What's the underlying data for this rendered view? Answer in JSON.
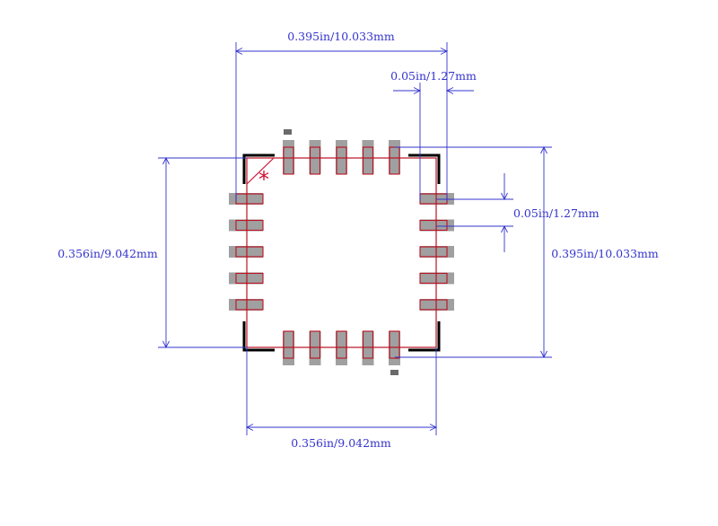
{
  "colors": {
    "dimension": "#3333cc",
    "outline": "#bb1122",
    "pad": "#a0a0a0",
    "pad_dark": "#6a6a6a",
    "silkscreen": "#000000",
    "pin1_marker": "#cc1133"
  },
  "dimensions": {
    "top_width": "0.395in/10.033mm",
    "pitch_top": "0.05in/1.27mm",
    "pitch_right": "0.05in/1.27mm",
    "left_height": "0.356in/9.042mm",
    "right_height": "0.395in/10.033mm",
    "bottom_width": "0.356in/9.042mm"
  },
  "pin1_marker": "*",
  "package": {
    "pins_per_side": 5,
    "sides": [
      "top",
      "bottom",
      "left",
      "right"
    ]
  }
}
